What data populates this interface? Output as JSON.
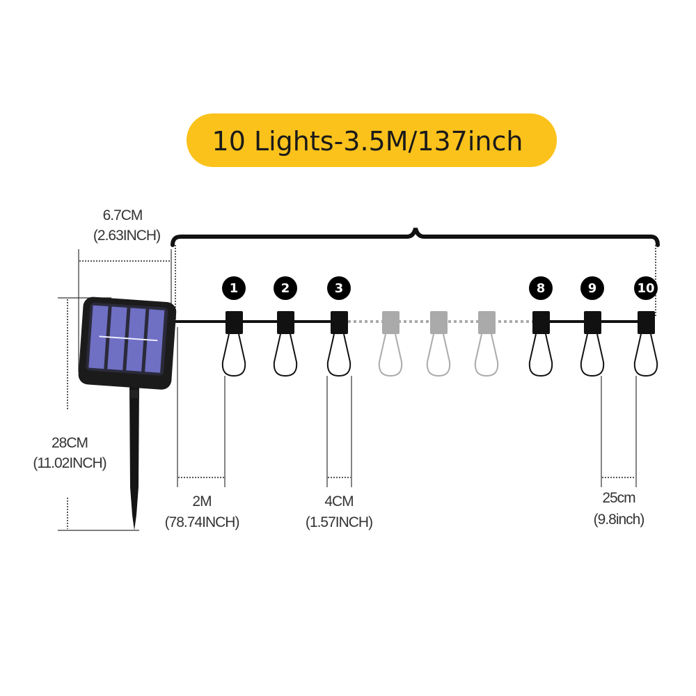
{
  "title": "10 Lights-3.5M/137inch",
  "colors": {
    "title_bg": "#FBC21B",
    "ink": "#111111",
    "faded": "#AAAAAA",
    "panel": "#6F6FC4"
  },
  "dimensions": {
    "panel_width": {
      "metric": "6.7CM",
      "imperial": "(2.63INCH)"
    },
    "stake_height": {
      "metric": "28CM",
      "imperial": "(11.02INCH)"
    },
    "lead_wire": {
      "metric": "2M",
      "imperial": "(78.74INCH)"
    },
    "bulb_width": {
      "metric": "4CM",
      "imperial": "(1.57INCH)"
    },
    "bulb_spacing": {
      "metric": "25cm",
      "imperial": "(9.8inch)"
    }
  },
  "lights": [
    {
      "label": "1",
      "faded": false
    },
    {
      "label": "2",
      "faded": false
    },
    {
      "label": "3",
      "faded": false
    },
    {
      "label": "",
      "faded": true
    },
    {
      "label": "",
      "faded": true
    },
    {
      "label": "",
      "faded": true
    },
    {
      "label": "8",
      "faded": false
    },
    {
      "label": "9",
      "faded": false
    },
    {
      "label": "10",
      "faded": false
    }
  ]
}
